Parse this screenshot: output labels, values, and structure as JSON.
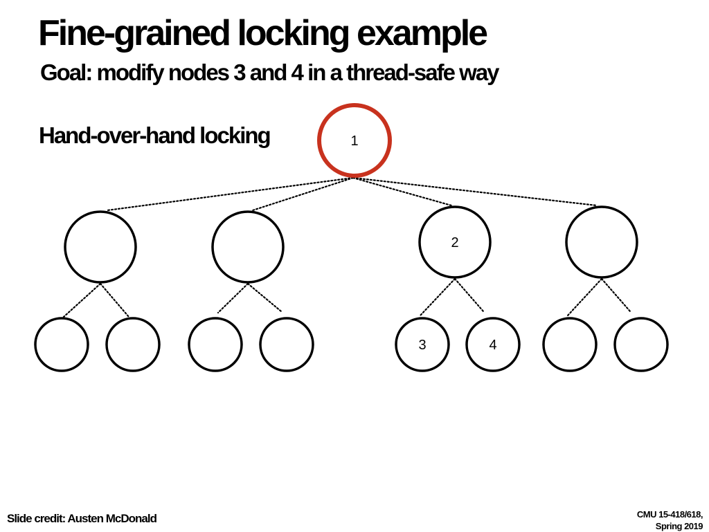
{
  "slide": {
    "title": "Fine-grained locking example",
    "subtitle": "Goal: modify nodes 3 and 4 in a thread-safe way",
    "section_label": "Hand-over-hand locking",
    "credit": "Slide credit: Austen McDonald",
    "course_line1": "CMU 15-418/618,",
    "course_line2": "Spring 2019"
  },
  "tree": {
    "nodes": [
      {
        "id": "root",
        "label": "1",
        "locked": true
      },
      {
        "id": "a",
        "label": ""
      },
      {
        "id": "b",
        "label": ""
      },
      {
        "id": "c",
        "label": "2"
      },
      {
        "id": "d",
        "label": ""
      },
      {
        "id": "a1",
        "label": ""
      },
      {
        "id": "a2",
        "label": ""
      },
      {
        "id": "b1",
        "label": ""
      },
      {
        "id": "b2",
        "label": ""
      },
      {
        "id": "c1",
        "label": "3"
      },
      {
        "id": "c2",
        "label": "4"
      },
      {
        "id": "d1",
        "label": ""
      },
      {
        "id": "d2",
        "label": ""
      }
    ],
    "edges": [
      [
        "root",
        "a"
      ],
      [
        "root",
        "b"
      ],
      [
        "root",
        "c"
      ],
      [
        "root",
        "d"
      ],
      [
        "a",
        "a1"
      ],
      [
        "a",
        "a2"
      ],
      [
        "b",
        "b1"
      ],
      [
        "b",
        "b2"
      ],
      [
        "c",
        "c1"
      ],
      [
        "c",
        "c2"
      ],
      [
        "d",
        "d1"
      ],
      [
        "d",
        "d2"
      ]
    ],
    "lock_color": "#c8321e",
    "node_color": "#000000"
  }
}
